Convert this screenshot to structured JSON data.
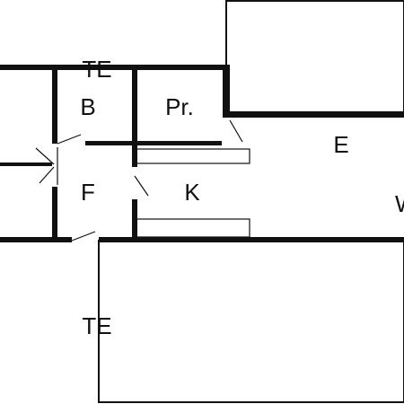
{
  "plan": {
    "rooms": {
      "terrace_top": "TE",
      "bathroom": "B",
      "pantry": "Pr.",
      "entrance": "E",
      "hall": "F",
      "kitchen": "K",
      "living_partial": "W",
      "terrace_bottom": "TE"
    },
    "colors": {
      "wall": "#111111",
      "background": "#ffffff"
    }
  }
}
